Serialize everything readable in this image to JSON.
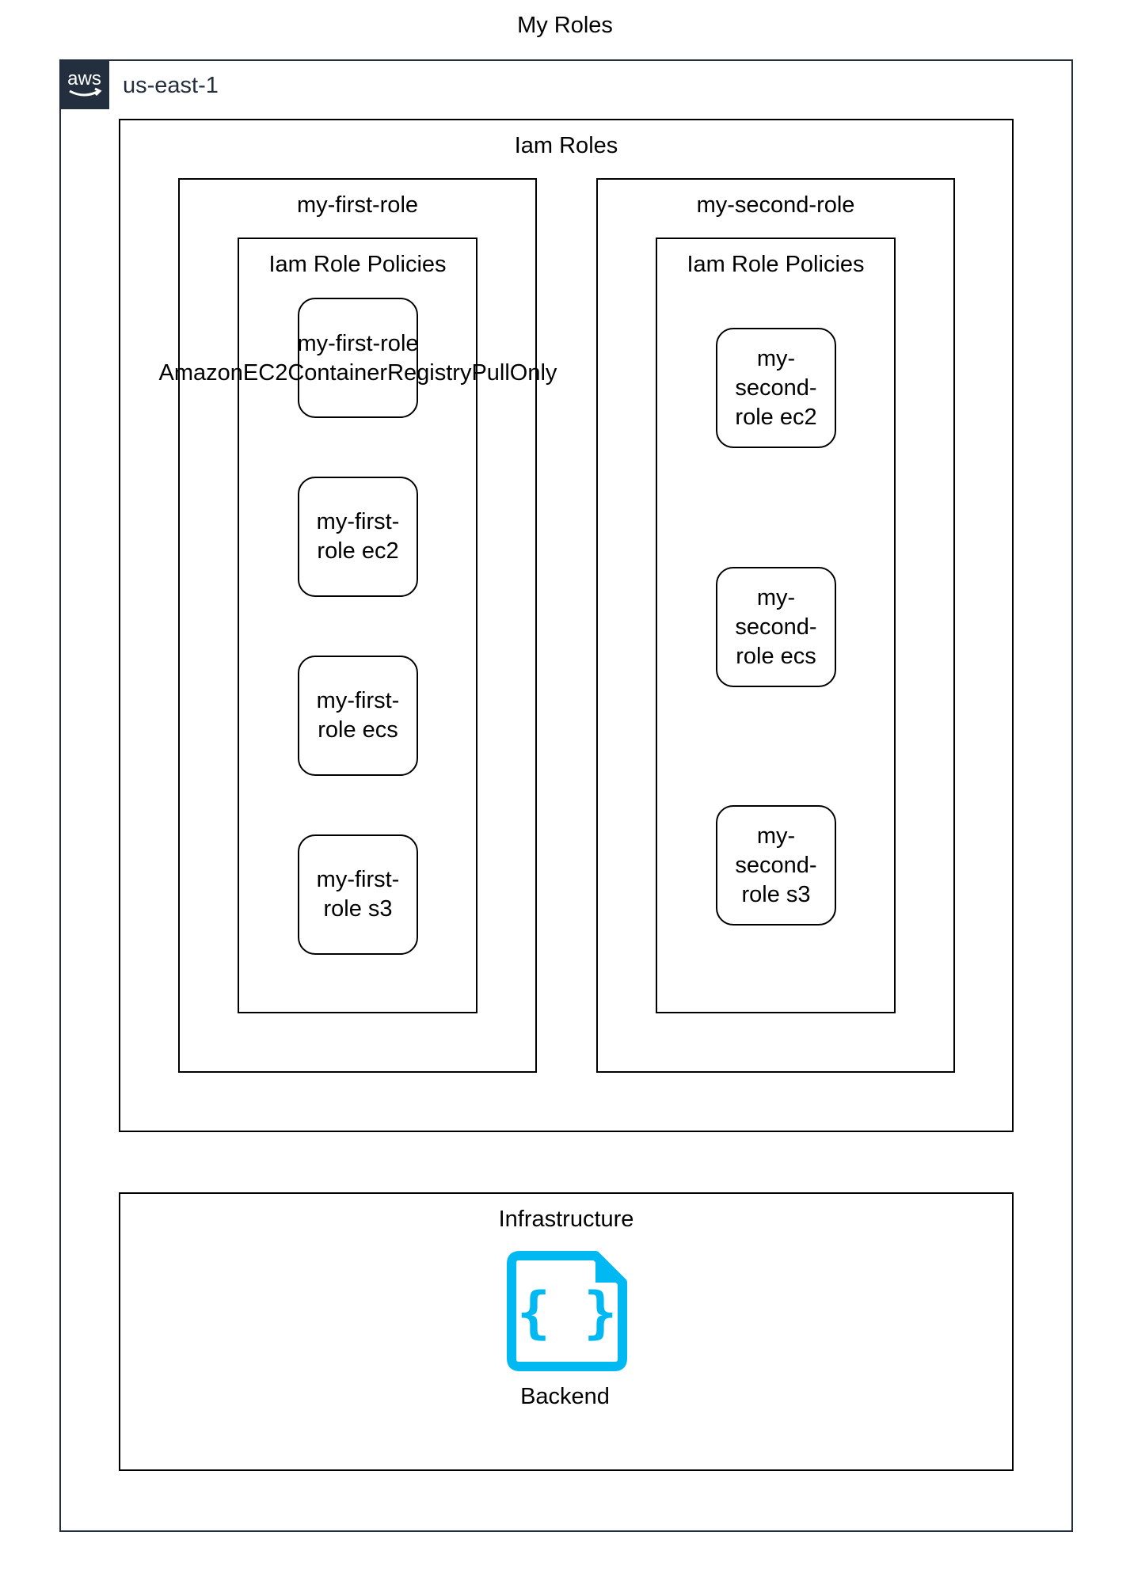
{
  "title": "My Roles",
  "region": {
    "label": "us-east-1",
    "logo_text": "aws",
    "icon": "aws-logo-icon",
    "border_color": "#232f3e"
  },
  "iam_roles": {
    "label": "Iam Roles",
    "roles": [
      {
        "label": "my-first-role",
        "policies_label": "Iam Role Policies",
        "policies": [
          {
            "line1": "my-first-role",
            "line2": "AmazonEC2ContainerRegistryPullOnly"
          },
          {
            "line1": "my-first-",
            "line2": "role ec2"
          },
          {
            "line1": "my-first-",
            "line2": "role ecs"
          },
          {
            "line1": "my-first-",
            "line2": "role s3"
          }
        ]
      },
      {
        "label": "my-second-role",
        "policies_label": "Iam Role Policies",
        "policies": [
          {
            "line1": "my-",
            "line2": "second-",
            "line3": "role ec2"
          },
          {
            "line1": "my-",
            "line2": "second-",
            "line3": "role ecs"
          },
          {
            "line1": "my-",
            "line2": "second-",
            "line3": "role s3"
          }
        ]
      }
    ]
  },
  "infrastructure": {
    "label": "Infrastructure",
    "backend": {
      "label": "Backend",
      "icon": "json-file-icon",
      "color": "#00b9f2"
    }
  }
}
